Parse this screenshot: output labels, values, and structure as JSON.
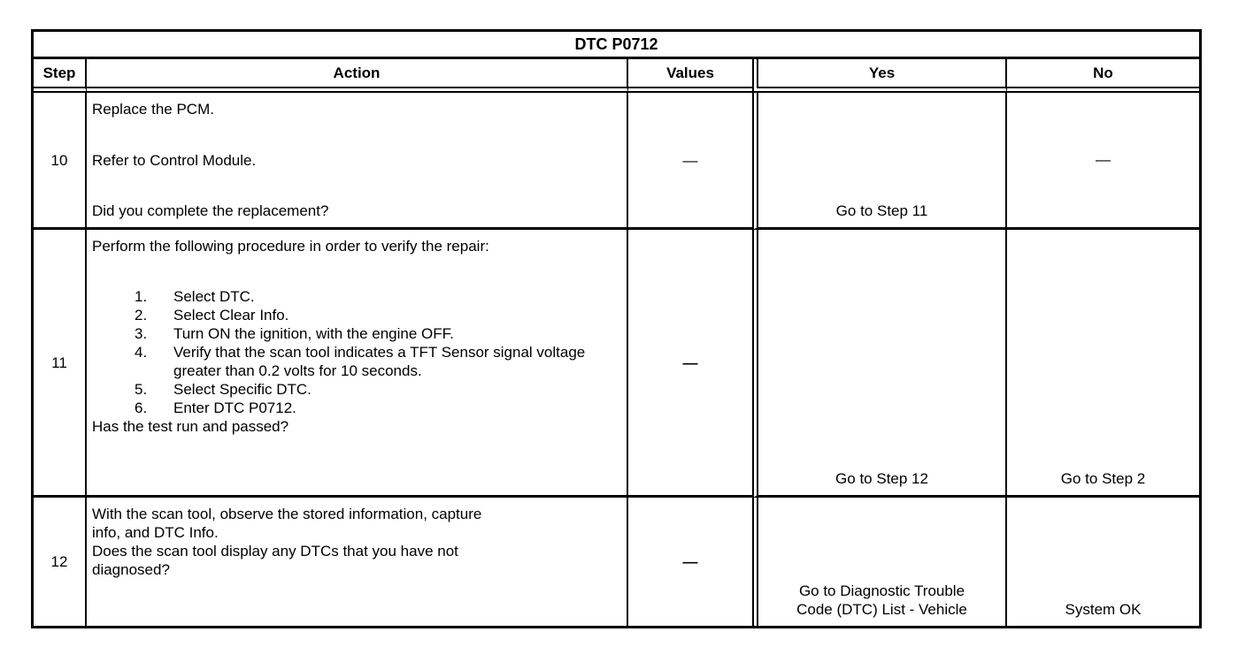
{
  "table": {
    "title": "DTC P0712",
    "columns": {
      "step": "Step",
      "action": "Action",
      "values": "Values",
      "yes": "Yes",
      "no": "No"
    },
    "rows": [
      {
        "step": "10",
        "action": {
          "paragraphs": [
            "Replace the PCM.",
            "Refer to Control Module.",
            "Did you complete the replacement?"
          ]
        },
        "values": "—",
        "yes": "Go to Step 11",
        "no": "—"
      },
      {
        "step": "11",
        "action": {
          "intro": "Perform the following procedure in order to verify the repair:",
          "steps": [
            "Select DTC.",
            "Select Clear Info.",
            "Turn ON the ignition, with the engine OFF.",
            "Verify that the scan tool indicates a TFT Sensor signal voltage greater than 0.2 volts for 10 seconds.",
            "Select Specific DTC.",
            "Enter DTC P0712."
          ],
          "question": "Has the test run and passed?"
        },
        "values": "—",
        "yes": "Go to Step 12",
        "no": "Go to Step 2"
      },
      {
        "step": "12",
        "action": {
          "intro": "With the scan tool, observe the stored information, capture\ninfo, and DTC Info.",
          "question": "Does the scan tool display any DTCs that you have not\ndiagnosed?"
        },
        "values": "—",
        "yes": "Go to Diagnostic Trouble\nCode (DTC) List - Vehicle",
        "no": "System OK"
      }
    ]
  }
}
